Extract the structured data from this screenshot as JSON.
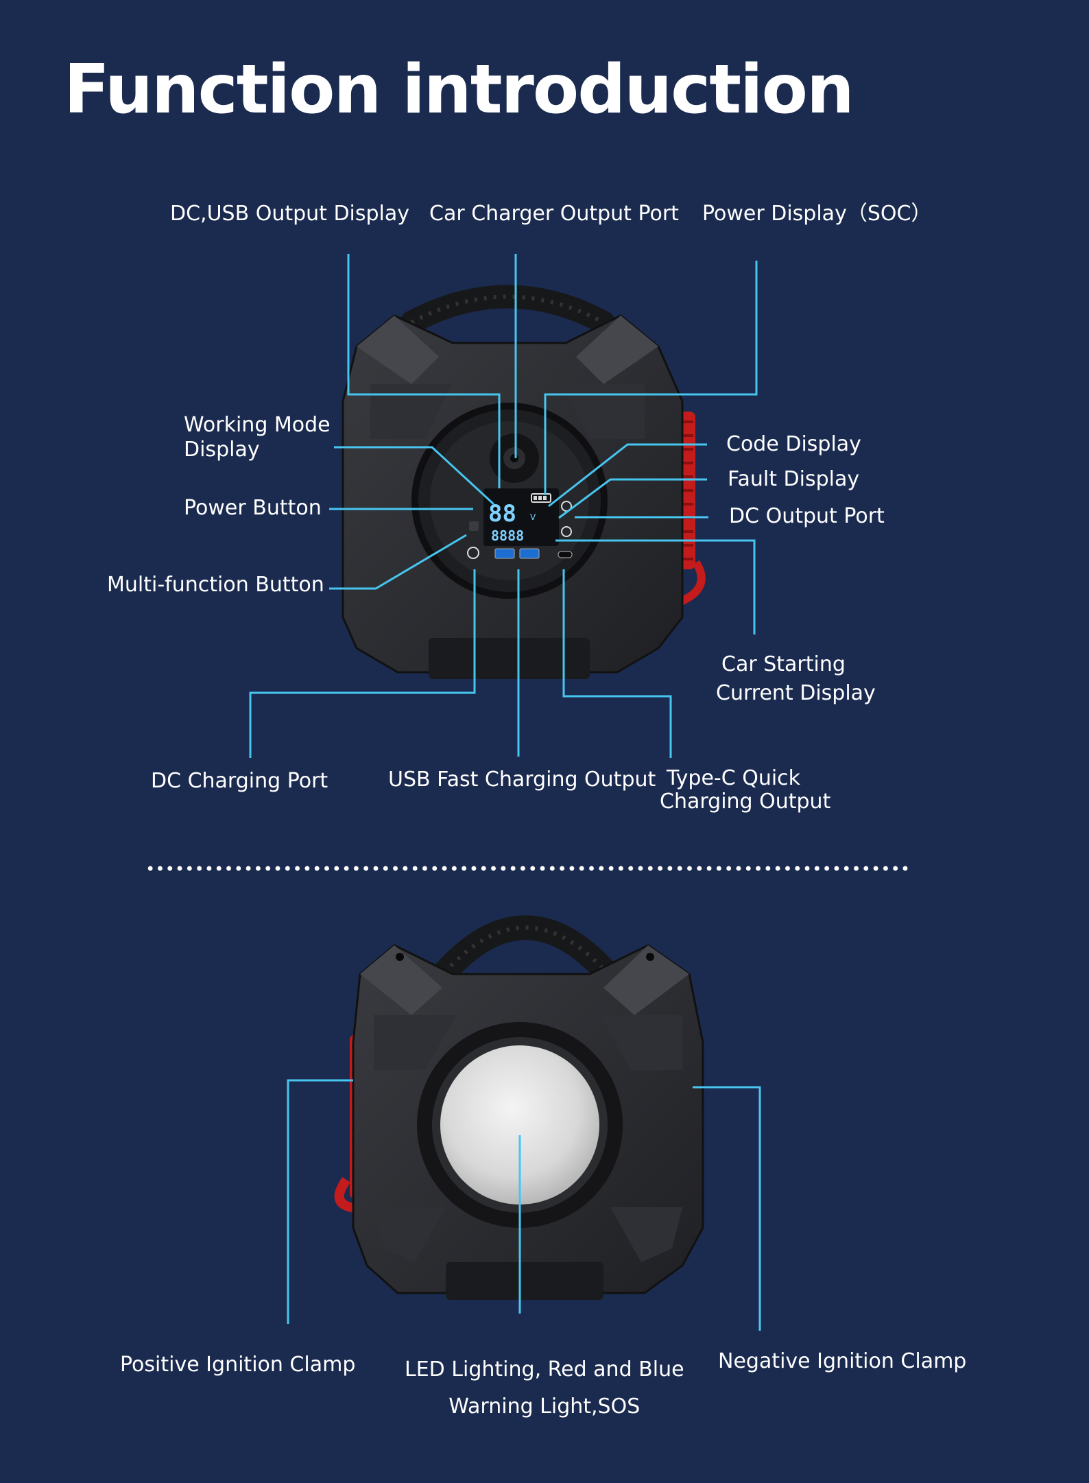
{
  "title": "Function introduction",
  "colors": {
    "background": "#1b2b4f",
    "leader_line": "#47c6f0",
    "device_body": "#2b2c30",
    "clamp_red": "#c41c1c",
    "lcd_blue": "#7fd2ff"
  },
  "top_section": {
    "labels": {
      "dc_usb_output_display": "DC,USB Output Display",
      "car_charger_output_port": "Car Charger  Output Port",
      "power_display_soc": "Power Display（SOC）",
      "working_mode_display": [
        "Working Mode",
        "Display"
      ],
      "power_button": "Power Button",
      "multi_function_button": "Multi-function Button",
      "code_display": "Code Display",
      "fault_display": "Fault Display",
      "dc_output_port": "DC Output Port",
      "car_starting_current_display": [
        "Car Starting",
        "Current Display"
      ],
      "dc_charging_port": "DC Charging Port",
      "usb_fast_charging_output": "USB Fast Charging Output",
      "type_c_quick_charging_output": [
        "Type-C Quick",
        "Charging Output"
      ]
    },
    "device_icons": [
      "device-front-view",
      "lcd-display-icon",
      "battery-soc-icon",
      "usb-port-icon",
      "type-c-port-icon",
      "power-button-icon",
      "car-charger-socket-icon",
      "dc-port-icon"
    ],
    "lcd": {
      "digits_large": "88",
      "digits_small": "8888",
      "unit": "V"
    }
  },
  "bottom_section": {
    "labels": {
      "positive_ignition_clamp": "Positive Ignition Clamp",
      "led_lighting": [
        "LED Lighting,  Red and Blue",
        "Warning Light,SOS"
      ],
      "negative_ignition_clamp": "Negative Ignition Clamp"
    },
    "device_icons": [
      "device-back-view",
      "led-lamp-icon",
      "red-clamp-icon",
      "black-clamp-icon"
    ]
  }
}
